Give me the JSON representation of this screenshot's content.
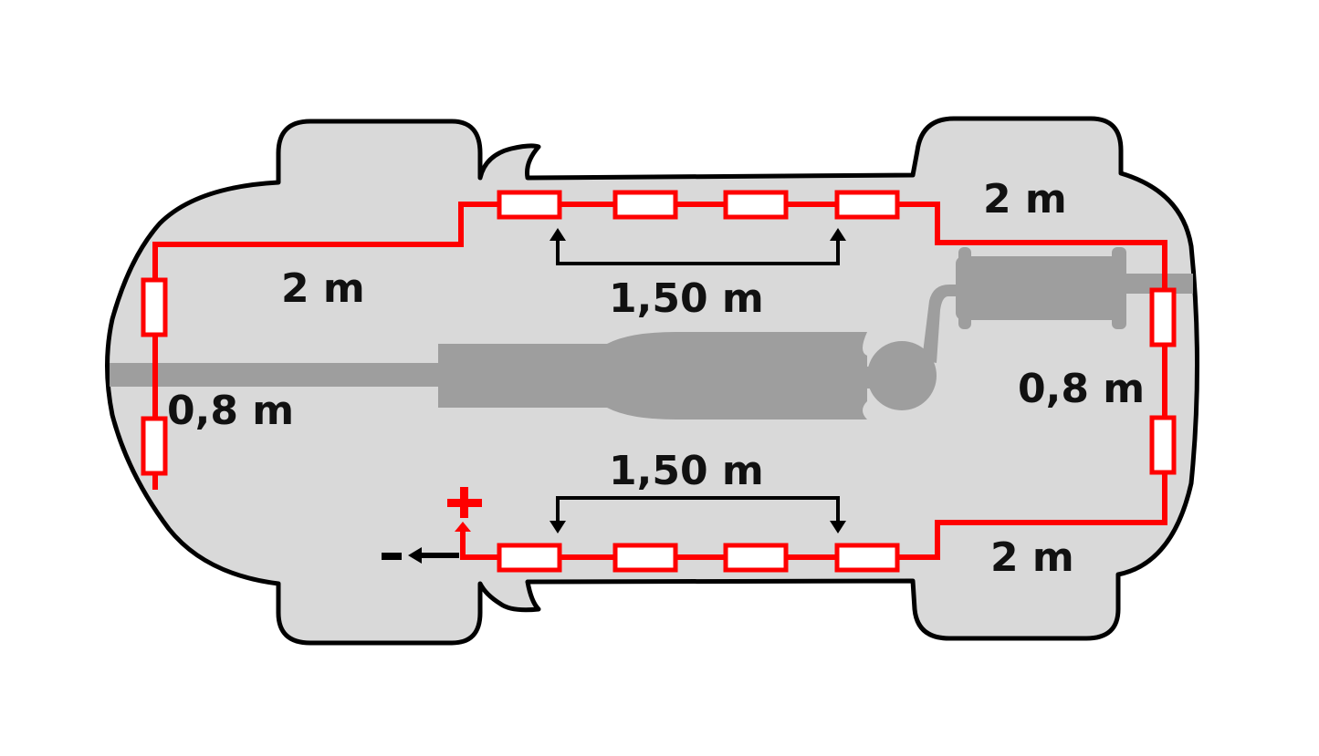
{
  "colors": {
    "body_fill": "#d9d9d9",
    "outline": "#000000",
    "wire": "#ff0000",
    "exhaust": "#9e9e9e",
    "dimension_line": "#000000",
    "text": "#111111"
  },
  "labels": {
    "rear_left_length": "2 m",
    "top_spacing": "1,50 m",
    "top_right_length": "2 m",
    "rear_width": "0,8 m",
    "front_width": "0,8 m",
    "bottom_spacing": "1,50 m",
    "bottom_right_length": "2 m",
    "plus_sign": "+",
    "minus_sign": "-"
  },
  "icons": {
    "heating_element": "resistor-symbol",
    "exhaust_system": "exhaust-pipe-silhouette",
    "positive_terminal": "plus-terminal",
    "negative_terminal": "minus-terminal-arrow"
  }
}
